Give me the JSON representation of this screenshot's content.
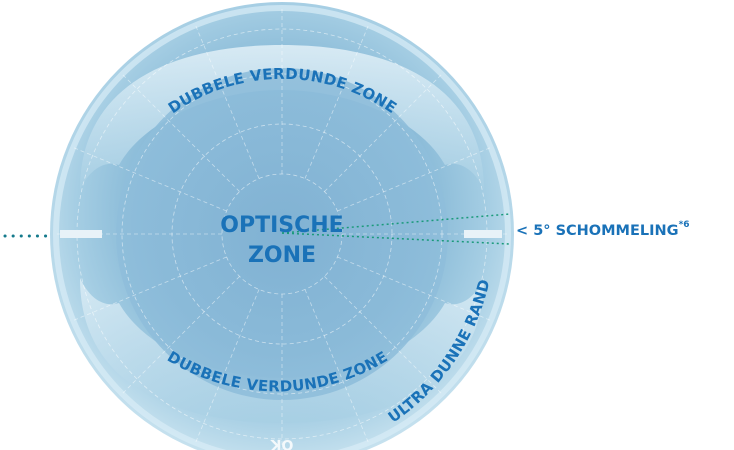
{
  "colors": {
    "text": "#1a72b8",
    "lens_outer": "#9ecde4",
    "lens_inner": "#88b9d7",
    "rim": "#d6ebf5",
    "dots": "#157a8c",
    "slot": "#e8f2f8"
  },
  "labels": {
    "optic_zone_line1": "OPTISCHE",
    "optic_zone_line2": "ZONE",
    "thin_zone_top": "DUBBELE VERDUNDE ZONE",
    "thin_zone_bottom": "DUBBELE VERDUNDE ZONE",
    "ultra_thin_edge": "ULTRA DUNNE RAND",
    "rotation": "< 5° SCHOMMELING",
    "rotation_footnote": "*6",
    "bottom_mark": "OK"
  }
}
